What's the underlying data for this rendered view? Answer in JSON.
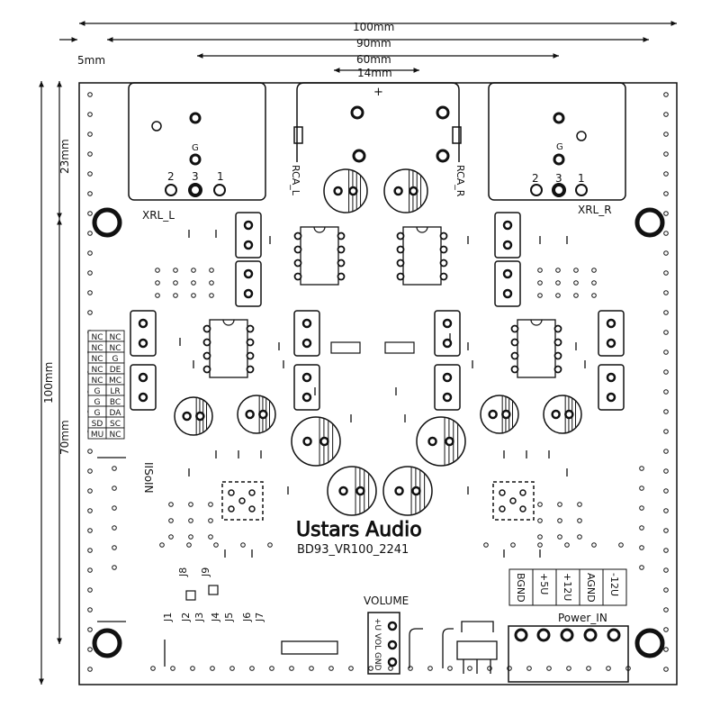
{
  "dimensions": {
    "d100_top": "100mm",
    "d90": "90mm",
    "d60": "60mm",
    "d14": "14mm",
    "d5": "5mm",
    "d100_left": "100mm",
    "d23": "23mm",
    "d70": "70mm"
  },
  "connectors": {
    "xrl_l": "XRL_L",
    "xrl_r": "XRL_R",
    "rca_l": "RCA_L",
    "rca_r": "RCA_R",
    "plus": "+",
    "pin_g": "G",
    "pin_2": "2",
    "pin_3": "3",
    "pin_1": "1",
    "iis_in": "IISoIN",
    "volume": "VOLUME",
    "vol_pins": "+U VOL GND",
    "power_in": "Power_IN"
  },
  "iis_table": [
    [
      "NC",
      "NC"
    ],
    [
      "NC",
      "NC"
    ],
    [
      "NC",
      "G"
    ],
    [
      "NC",
      "DE"
    ],
    [
      "NC",
      "MC"
    ],
    [
      "G",
      "LR"
    ],
    [
      "G",
      "BC"
    ],
    [
      "G",
      "DA"
    ],
    [
      "SD",
      "SC"
    ],
    [
      "MU",
      "NC"
    ]
  ],
  "power_pins": [
    "BGND",
    "+5U",
    "+12U",
    "AGND",
    "-12U"
  ],
  "jumpers": [
    "J8",
    "J9",
    "J1",
    "J2",
    "J3",
    "J4",
    "J5",
    "J6",
    "J7"
  ],
  "brand": "Ustars Audio",
  "version": "BD93_VR100_2241",
  "colors": {
    "ink": "#111111",
    "board": "#ffffff"
  }
}
